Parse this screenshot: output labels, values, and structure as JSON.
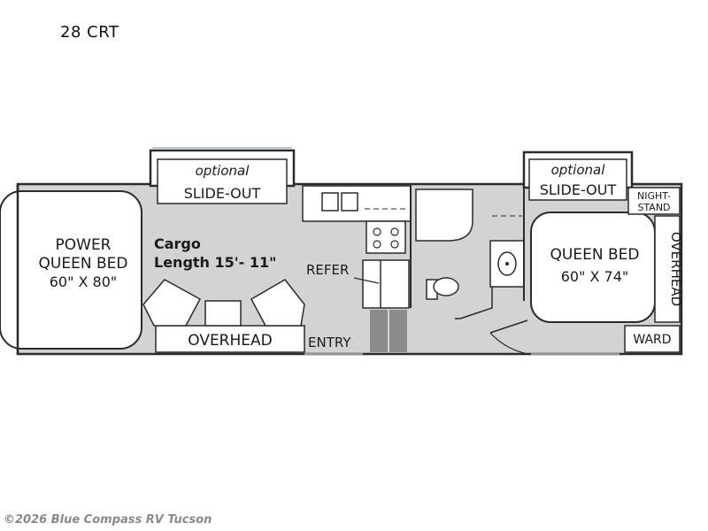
{
  "title": "28 CRT",
  "rooms": {
    "power_bed": {
      "line1": "POWER",
      "line2": "QUEEN BED",
      "dims": "60\" X 80\""
    },
    "cargo": {
      "line1": "Cargo",
      "line2": "Length 15'- 11\""
    },
    "slide_out_front": {
      "optional": "optional",
      "label": "SLIDE-OUT"
    },
    "slide_out_rear": {
      "optional": "optional",
      "label": "SLIDE-OUT"
    },
    "refer": "REFER",
    "overhead_front": "OVERHEAD",
    "entry": "ENTRY",
    "queen_bed": {
      "line1": "QUEEN BED",
      "dims": "60\" X 74\""
    },
    "nightstand": {
      "line1": "NIGHT-",
      "line2": "STAND"
    },
    "overhead_rear": "OVERHEAD",
    "ward": "WARD"
  },
  "colors": {
    "wall": "#2b2b2b",
    "floor": "#d3d3d3",
    "fixture": "#ffffff",
    "entry_step": "#8c8c8c"
  },
  "watermark": "©2026 Blue Compass RV Tucson"
}
